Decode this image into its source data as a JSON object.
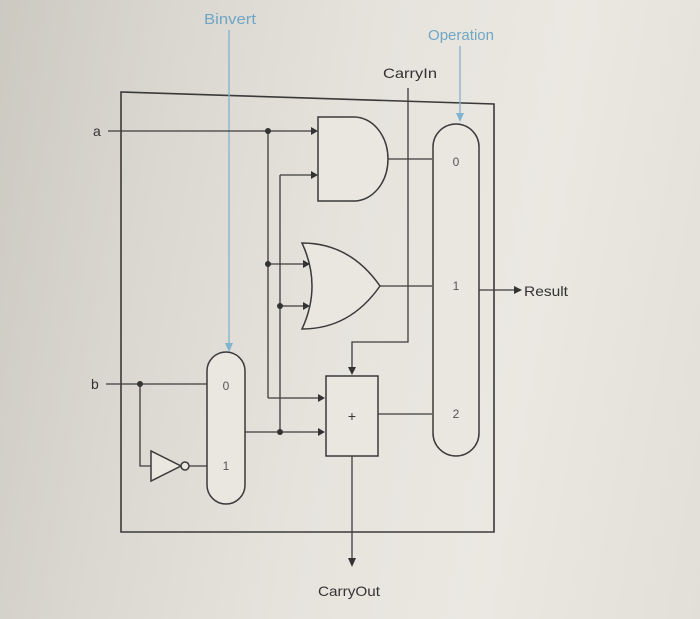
{
  "labels": {
    "binvert": "Binvert",
    "operation": "Operation",
    "carry_in": "CarryIn",
    "input_a": "a",
    "input_b": "b",
    "result": "Result",
    "carry_out": "CarryOut",
    "adder_symbol": "+"
  },
  "result_mux_inputs": [
    "0",
    "1",
    "2"
  ],
  "b_mux_inputs": [
    "0",
    "1"
  ],
  "colors": {
    "control_lines": "#7fb3cf",
    "wires": "#3c3c3c"
  }
}
